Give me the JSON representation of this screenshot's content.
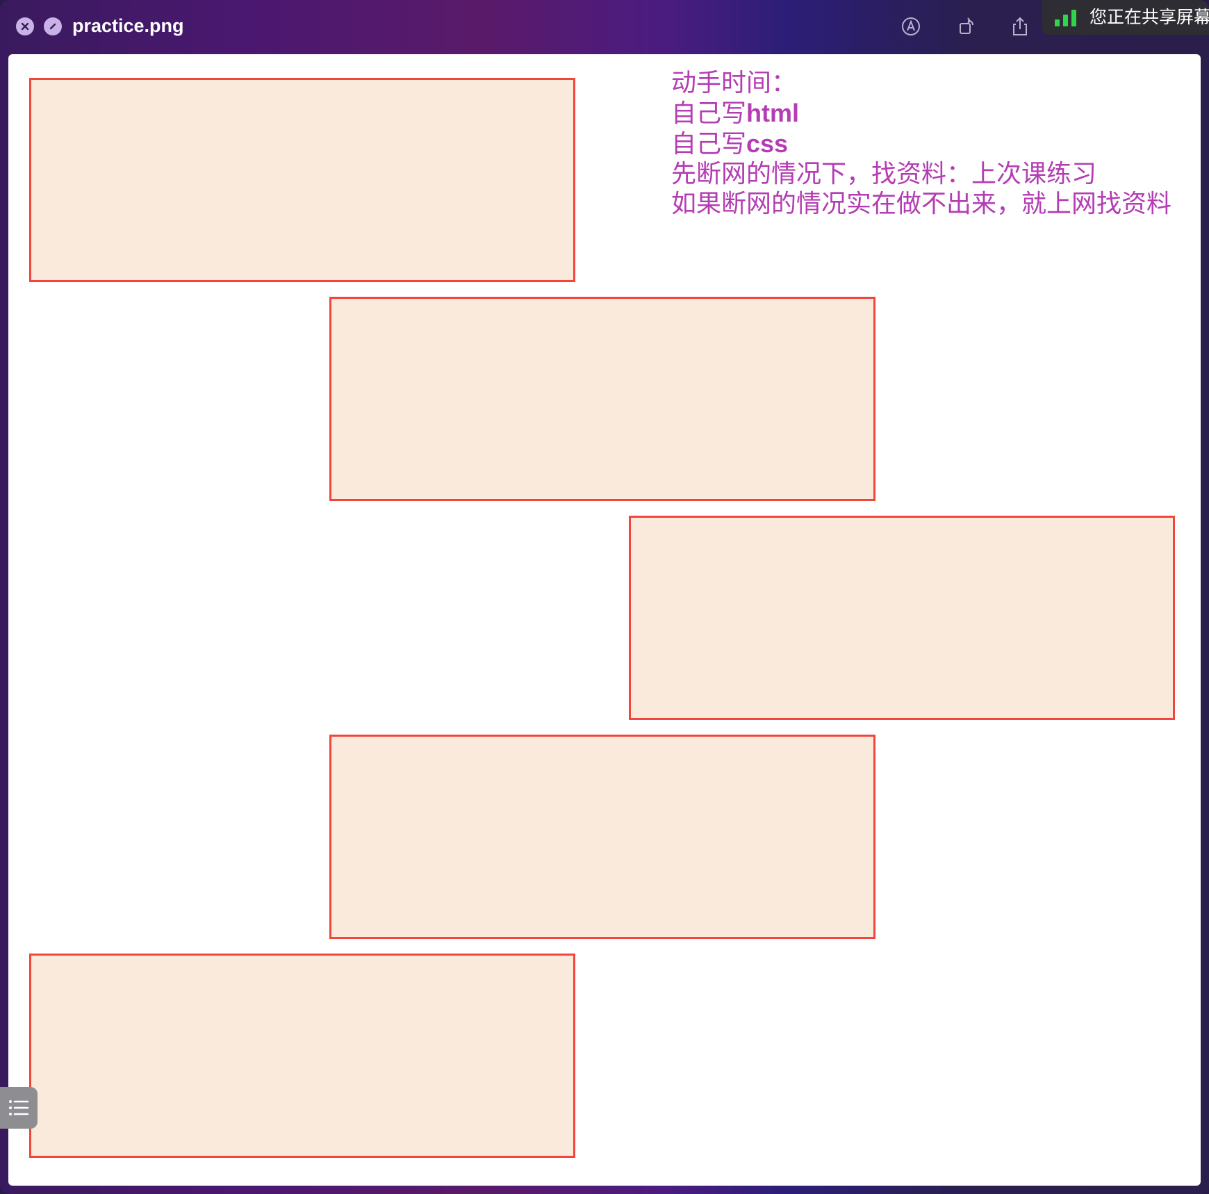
{
  "window": {
    "title": "practice.png",
    "share_status": "您正在共享屏幕"
  },
  "titlebar": {
    "buttons": [
      {
        "name": "close-icon"
      },
      {
        "name": "circle-slash-icon"
      }
    ],
    "tools": [
      {
        "name": "markup-pen-icon"
      },
      {
        "name": "rotate-icon"
      },
      {
        "name": "share-icon"
      }
    ]
  },
  "content": {
    "notes": {
      "line1": "动手时间：",
      "line2_prefix": "自己写",
      "line2_bold": "html",
      "line3_prefix": "自己写",
      "line3_bold": "css",
      "line4": "先断网的情况下，找资料：上次课练习",
      "line5": "如果断网的情况实在做不出来，就上网找资料"
    },
    "boxes_count": 5,
    "colors": {
      "box_fill": "#f9eadb",
      "box_border": "#f2453e",
      "notes_text": "#b43db3"
    }
  }
}
